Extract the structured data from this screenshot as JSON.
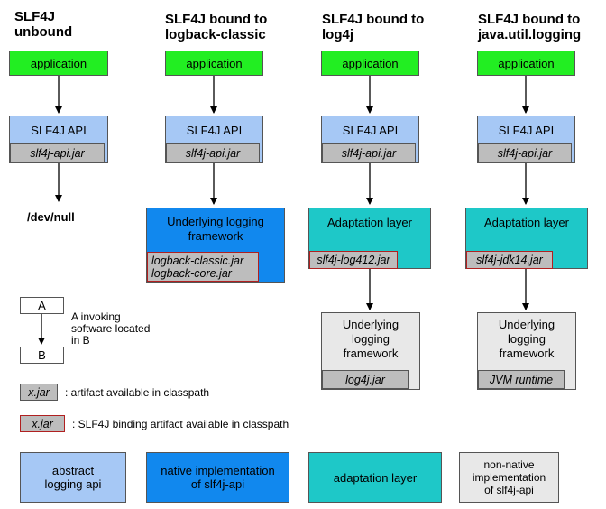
{
  "columns": [
    {
      "title_line1": "SLF4J",
      "title_line2": "unbound",
      "app": "application",
      "api": "SLF4J API",
      "api_jar": "slf4j-api.jar",
      "terminal": "/dev/null"
    },
    {
      "title_line1": "SLF4J bound to",
      "title_line2": "logback-classic",
      "app": "application",
      "api": "SLF4J API",
      "api_jar": "slf4j-api.jar",
      "impl_line1": "Underlying logging",
      "impl_line2": "framework",
      "impl_jar1": "logback-classic.jar",
      "impl_jar2": "logback-core.jar"
    },
    {
      "title_line1": "SLF4J bound to",
      "title_line2": "log4j",
      "app": "application",
      "api": "SLF4J API",
      "api_jar": "slf4j-api.jar",
      "adapt": "Adaptation layer",
      "adapt_jar": "slf4j-log412.jar",
      "impl_line1": "Underlying",
      "impl_line2": "logging",
      "impl_line3": "framework",
      "impl_jar": "log4j.jar"
    },
    {
      "title_line1": "SLF4J bound to",
      "title_line2": "java.util.logging",
      "app": "application",
      "api": "SLF4J API",
      "api_jar": "slf4j-api.jar",
      "adapt": "Adaptation layer",
      "adapt_jar": "slf4j-jdk14.jar",
      "impl_line1": "Underlying",
      "impl_line2": "logging",
      "impl_line3": "framework",
      "impl_jar": "JVM runtime"
    }
  ],
  "legend": {
    "a": "A",
    "b": "B",
    "invoke_line1": "A invoking",
    "invoke_line2": "software located",
    "invoke_line3": "in B",
    "jar_sample": "x.jar",
    "jar_desc": ": artifact available in classpath",
    "binding_sample": "x.jar",
    "binding_desc": ": SLF4J binding artifact available in classpath"
  },
  "key": {
    "abstract_line1": "abstract",
    "abstract_line2": "logging api",
    "native_line1": "native implementation",
    "native_line2": "of slf4j-api",
    "adaptation": "adaptation layer",
    "nonnative_line1": "non-native",
    "nonnative_line2": "implementation",
    "nonnative_line3": "of slf4j-api"
  },
  "colors": {
    "application": "#22ee22",
    "abstract_api": "#a6c8f5",
    "native": "#1188ee",
    "adaptation": "#1ec8c8",
    "non_native": "#e8e8e8",
    "jar": "#bdbdbd",
    "binding_border": "#b02020"
  }
}
